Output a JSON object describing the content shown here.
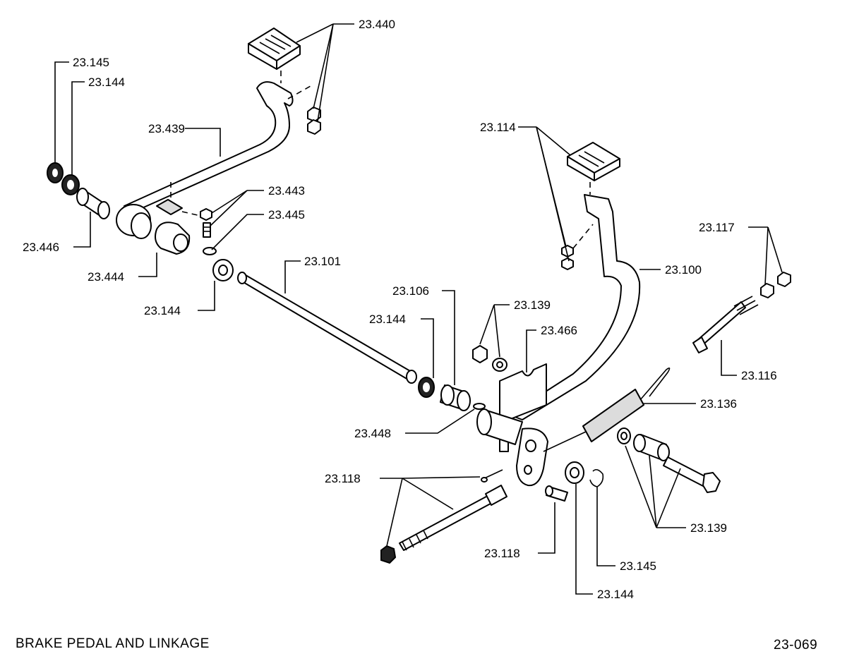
{
  "diagram": {
    "caption": "BRAKE PEDAL AND LINKAGE",
    "figure_number": "23-069",
    "labels": {
      "l23440": "23.440",
      "l23145a": "23.145",
      "l23144a": "23.144",
      "l23439": "23.439",
      "l23114": "23.114",
      "l23443": "23.443",
      "l23445": "23.445",
      "l23446": "23.446",
      "l23444": "23.444",
      "l23117": "23.117",
      "l23101": "23.101",
      "l23100": "23.100",
      "l23144b": "23.144",
      "l23106": "23.106",
      "l23139a": "23.139",
      "l23144c": "23.144",
      "l23466": "23.466",
      "l23116": "23.116",
      "l23136": "23.136",
      "l23448": "23.448",
      "l23118a": "23.118",
      "l23139b": "23.139",
      "l23118b": "23.118",
      "l23145b": "23.145",
      "l23144d": "23.144"
    }
  }
}
